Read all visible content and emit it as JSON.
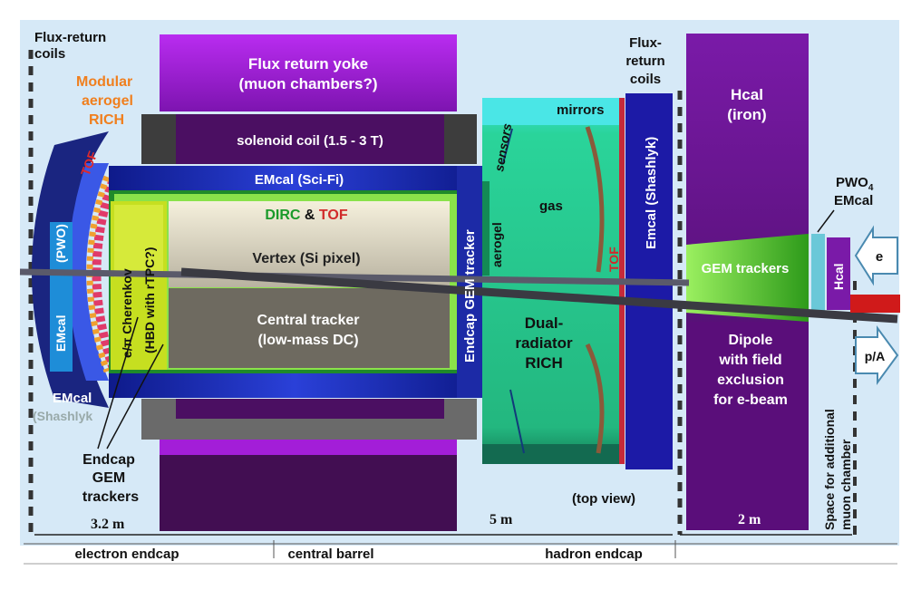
{
  "labels": {
    "flux_return_coils_left_1": "Flux-return",
    "flux_return_coils_left_2": "coils",
    "modular_1": "Modular",
    "modular_2": "aerogel",
    "modular_3": "RICH",
    "flux_yoke_1": "Flux return yoke",
    "flux_yoke_2": "(muon chambers?)",
    "solenoid": "solenoid coil (1.5 - 3 T)",
    "emcal_scifi": "EMcal (Sci-Fi)",
    "dirc": "DIRC",
    "amp": " & ",
    "tof": "TOF",
    "vertex": "Vertex (Si pixel)",
    "central_tracker_1": "Central tracker",
    "central_tracker_2": "(low-mass DC)",
    "tof_left": "TOF",
    "pwo": "(PWO)",
    "emcal_left": "EMcal",
    "e_pi_cherenkov": "e/π Cherenkov",
    "hbd": "(HBD with rTPC?)",
    "emcal_shashlyk_left_1": "EMcal",
    "emcal_shashlyk_left_2": "(Shashlyk",
    "endcap_gem_1": "Endcap",
    "endcap_gem_2": "GEM",
    "endcap_gem_3": "trackers",
    "endcap_gem_tracker_vertical": "Endcap GEM tracker",
    "mirrors": "mirrors",
    "sensors": "sensors",
    "gas": "gas",
    "aerogel": "aerogel",
    "tof_right": "TOF",
    "dual_1": "Dual-",
    "dual_2": "radiator",
    "dual_3": "RICH",
    "flux_return_right_1": "Flux-",
    "flux_return_right_2": "return",
    "flux_return_right_3": "coils",
    "emcal_shashlyk_right": "Emcal (Shashlyk)",
    "hcal_1": "Hcal",
    "hcal_2": "(iron)",
    "pwo4_1": "PWO",
    "pwo4_sub": "4",
    "pwo4_2": "EMcal",
    "gem_trackers": "GEM trackers",
    "hcal_small": "Hcal",
    "e_arrow": "e",
    "pa_arrow": "p/A",
    "dipole_1": "Dipole",
    "dipole_2": "with field",
    "dipole_3": "exclusion",
    "dipole_4": "for e-beam",
    "space_1": "Space for additional",
    "space_2": "muon chamber",
    "top_view": "(top view)",
    "dim_3_2": "3.2 m",
    "dim_5": "5 m",
    "dim_2": "2 m",
    "electron_endcap": "electron endcap",
    "central_barrel": "central barrel",
    "hadron_endcap": "hadron endcap"
  },
  "colors": {
    "background": "#d6e9f7",
    "yoke_purple": "#a31ed8",
    "dark_purple": "#420e52",
    "emcal_blue": "#1d2a9e",
    "rich_green": "#22c28a",
    "tof_red": "#d12a2a",
    "dirc_green": "#1a9a2a",
    "label_orange": "#f07f1e"
  }
}
